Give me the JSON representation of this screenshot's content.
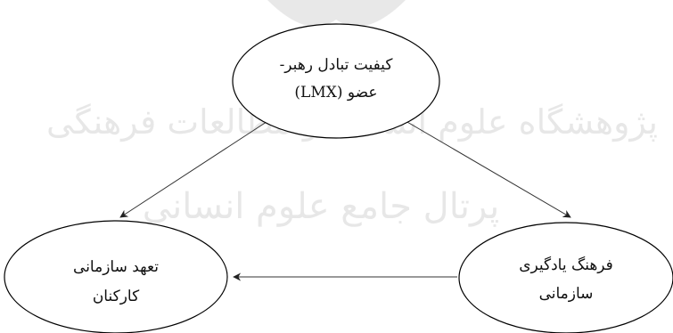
{
  "diagram": {
    "nodes": {
      "lmx": {
        "lines": [
          "کیفیت تبادل رهبر-",
          "عضو (LMX)"
        ]
      },
      "commitment": {
        "lines": [
          "تعهد سازمانی",
          "کارکنان"
        ]
      },
      "learning_culture": {
        "lines": [
          "فرهنگ یادگیری",
          "سازمانی"
        ]
      }
    },
    "edges": [
      {
        "from": "lmx",
        "to": "commitment"
      },
      {
        "from": "lmx",
        "to": "learning_culture"
      },
      {
        "from": "learning_culture",
        "to": "commitment"
      }
    ],
    "watermark": {
      "lines": [
        "پژوهشگاه علوم انسانی و مطالعات فرهنگی",
        "پرتال جامع علوم انسانی"
      ]
    }
  }
}
